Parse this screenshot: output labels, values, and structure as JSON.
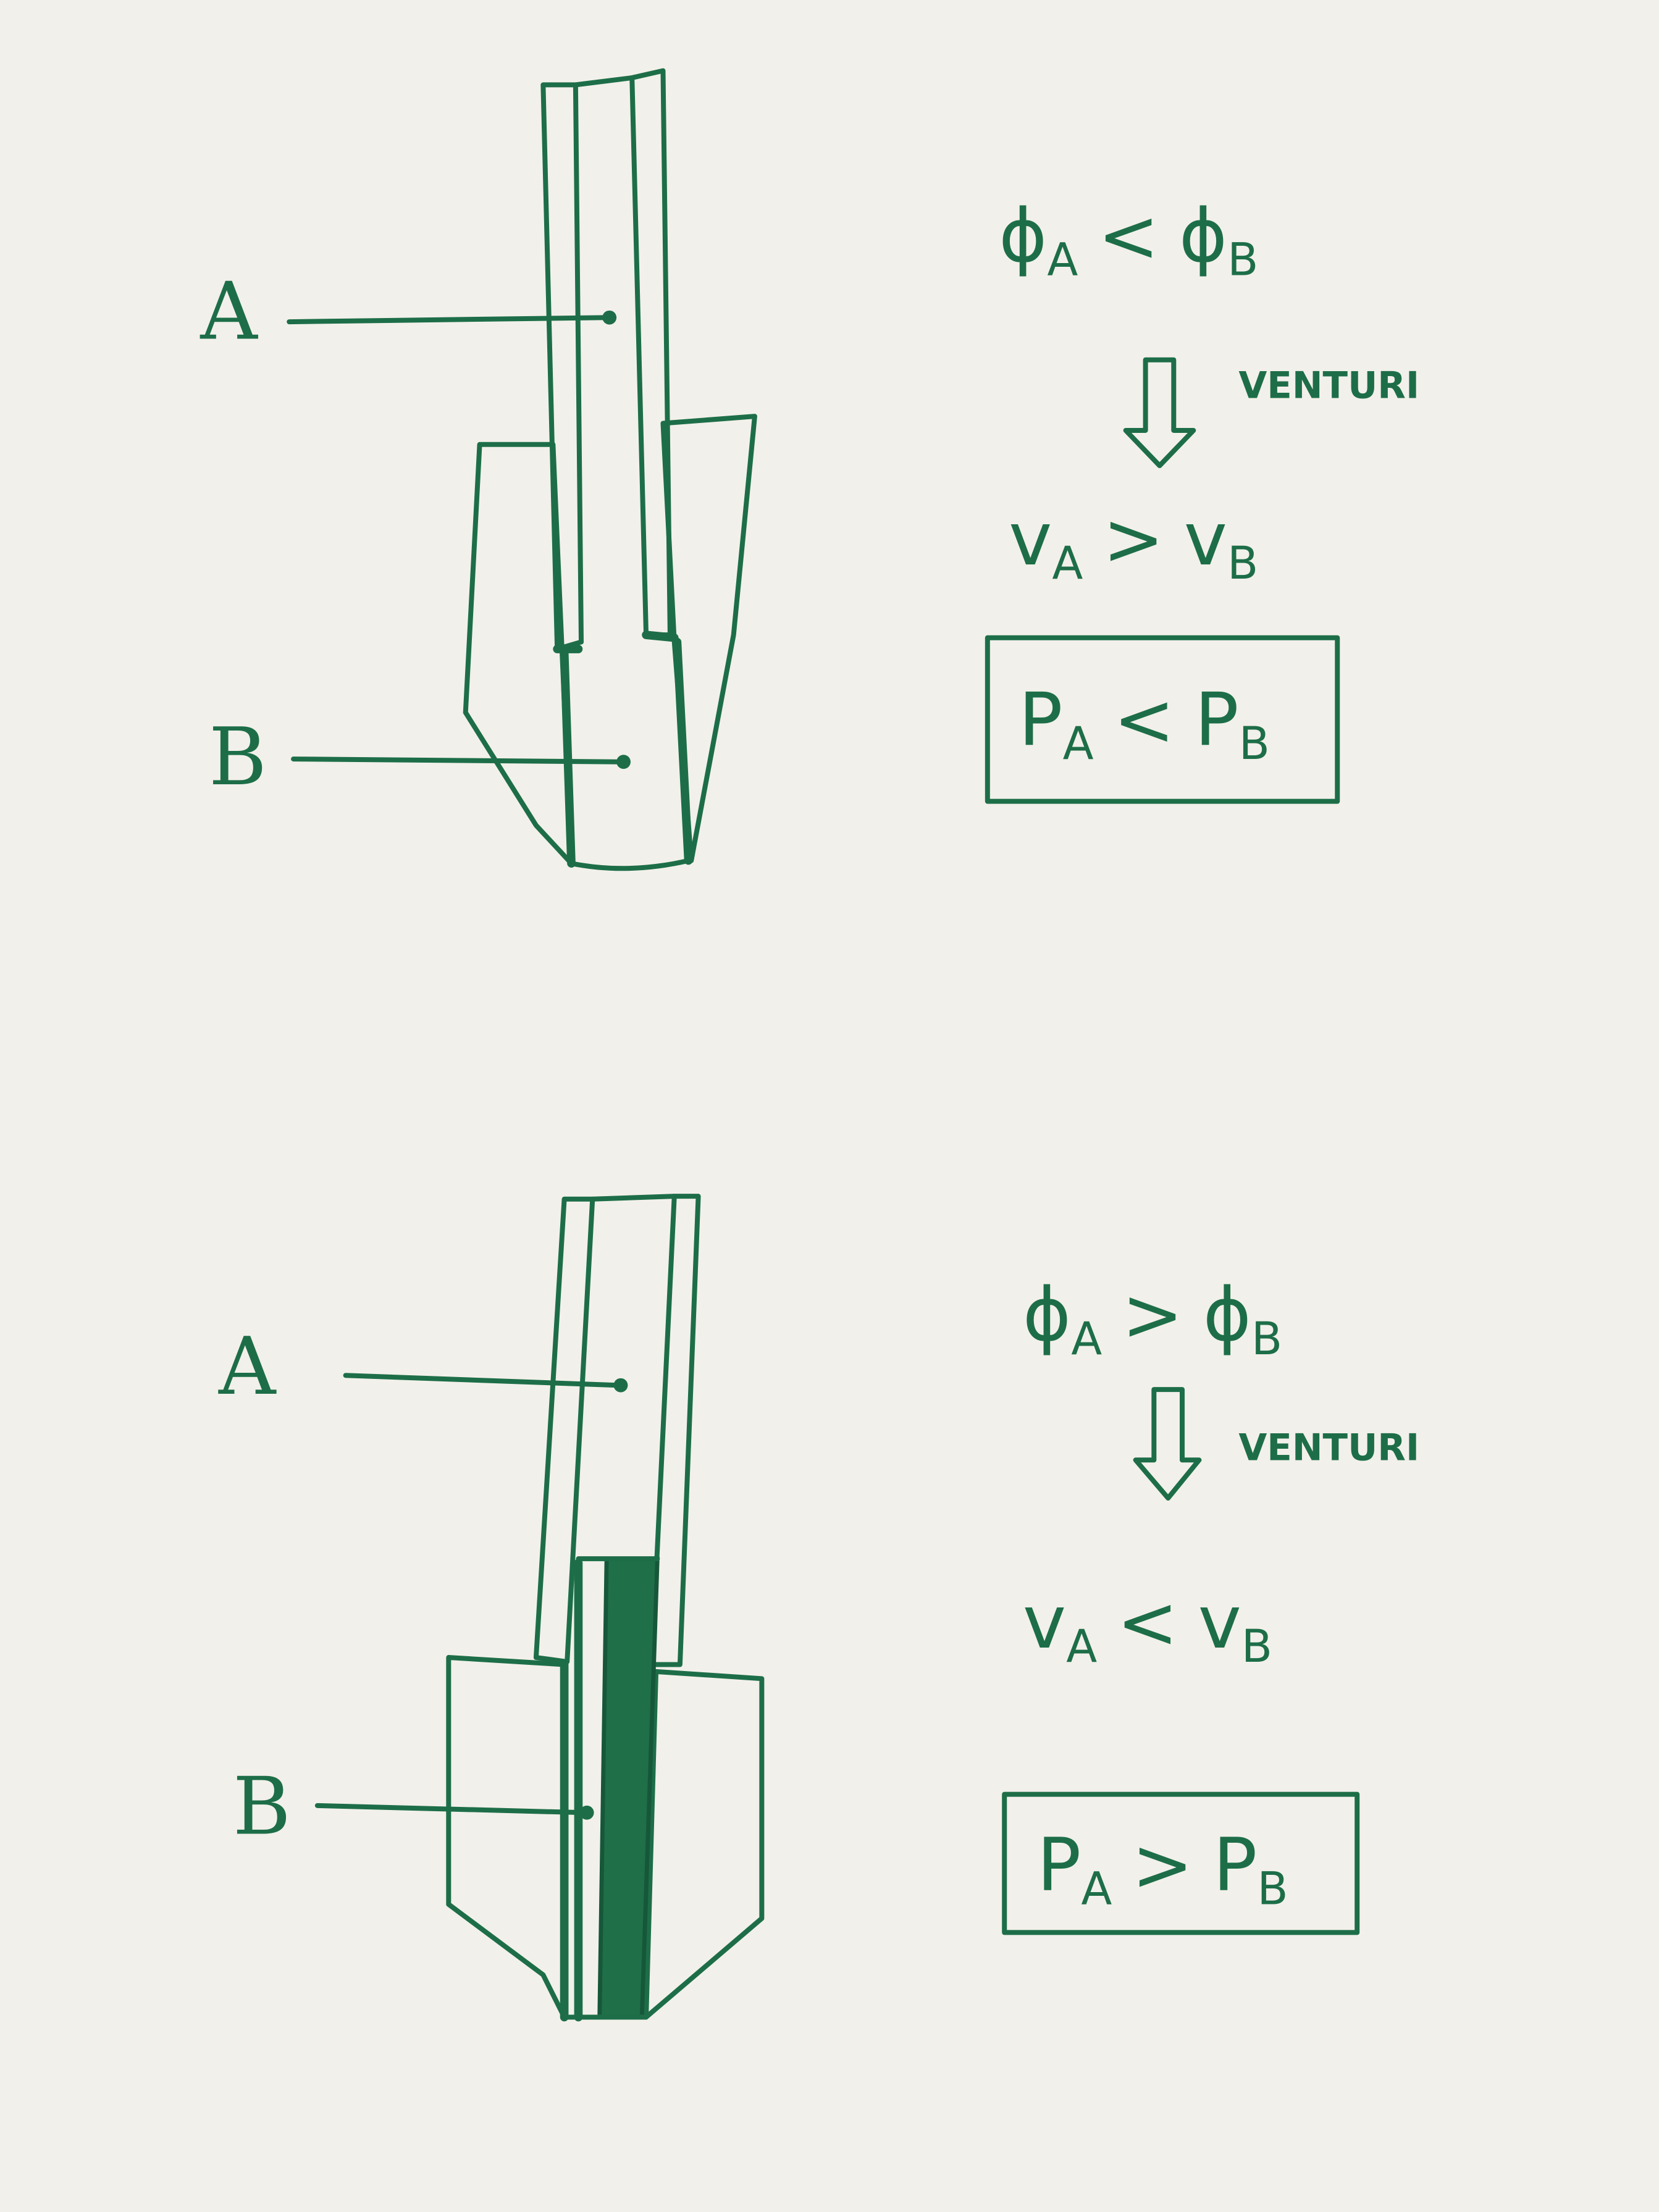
{
  "colors": {
    "ink": "#1d6e48",
    "paper": "#f2f0ea"
  },
  "diagrams": [
    {
      "label_a": "A",
      "label_b": "B",
      "diameter": {
        "sym": "ϕ",
        "left_sub": "A",
        "op": "<",
        "right_sub": "B"
      },
      "arrow_label": "VENTURI",
      "velocity": {
        "sym": "v",
        "left_sub": "A",
        "op": ">",
        "right_sub": "B"
      },
      "pressure": {
        "sym": "P",
        "left_sub": "A",
        "op": "<",
        "right_sub": "B"
      }
    },
    {
      "label_a": "A",
      "label_b": "B",
      "diameter": {
        "sym": "ϕ",
        "left_sub": "A",
        "op": ">",
        "right_sub": "B"
      },
      "arrow_label": "VENTURI",
      "velocity": {
        "sym": "v",
        "left_sub": "A",
        "op": "<",
        "right_sub": "B"
      },
      "pressure": {
        "sym": "P",
        "left_sub": "A",
        "op": ">",
        "right_sub": "B"
      }
    }
  ]
}
